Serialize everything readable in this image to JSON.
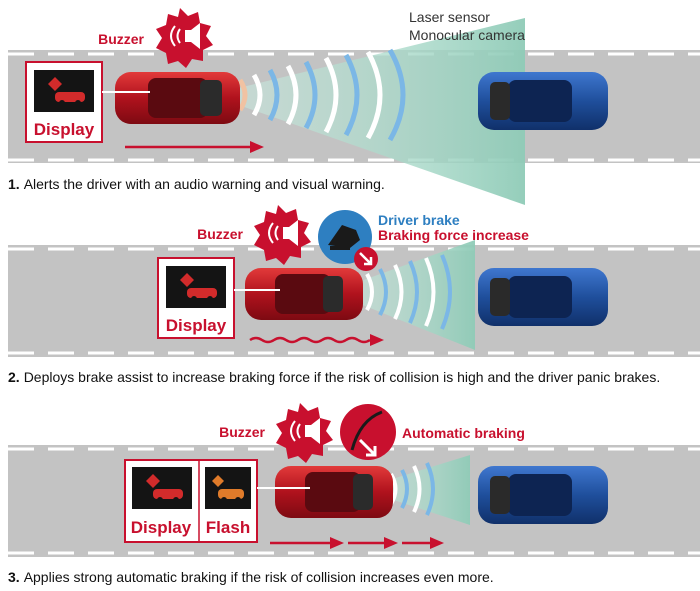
{
  "sensor": {
    "laser_label": "Laser sensor",
    "camera_label": "Monocular camera"
  },
  "colors": {
    "brand_red": "#c8102e",
    "road_gray": "#bfbfbf",
    "cone_green": "#9fd3c2",
    "wave_blue": "#7bb7e6",
    "warning_orange": "#e07b2a",
    "blue_car": "#1f4f9c"
  },
  "panels": [
    {
      "buzzer_label": "Buzzer",
      "display_label": "Display",
      "caption_num": "1.",
      "caption_text": "Alerts the driver with an audio warning and visual warning."
    },
    {
      "buzzer_label": "Buzzer",
      "display_label": "Display",
      "brake_label_1": "Driver brake",
      "brake_label_2": "Braking force increase",
      "caption_num": "2.",
      "caption_text": "Deploys brake assist to increase braking force if the risk of collision is high and the driver panic brakes."
    },
    {
      "buzzer_label": "Buzzer",
      "display_label": "Display",
      "flash_label": "Flash",
      "auto_brake_label": "Automatic braking",
      "caption_num": "3.",
      "caption_text": "Applies strong automatic braking if the risk of collision increases even more."
    }
  ]
}
